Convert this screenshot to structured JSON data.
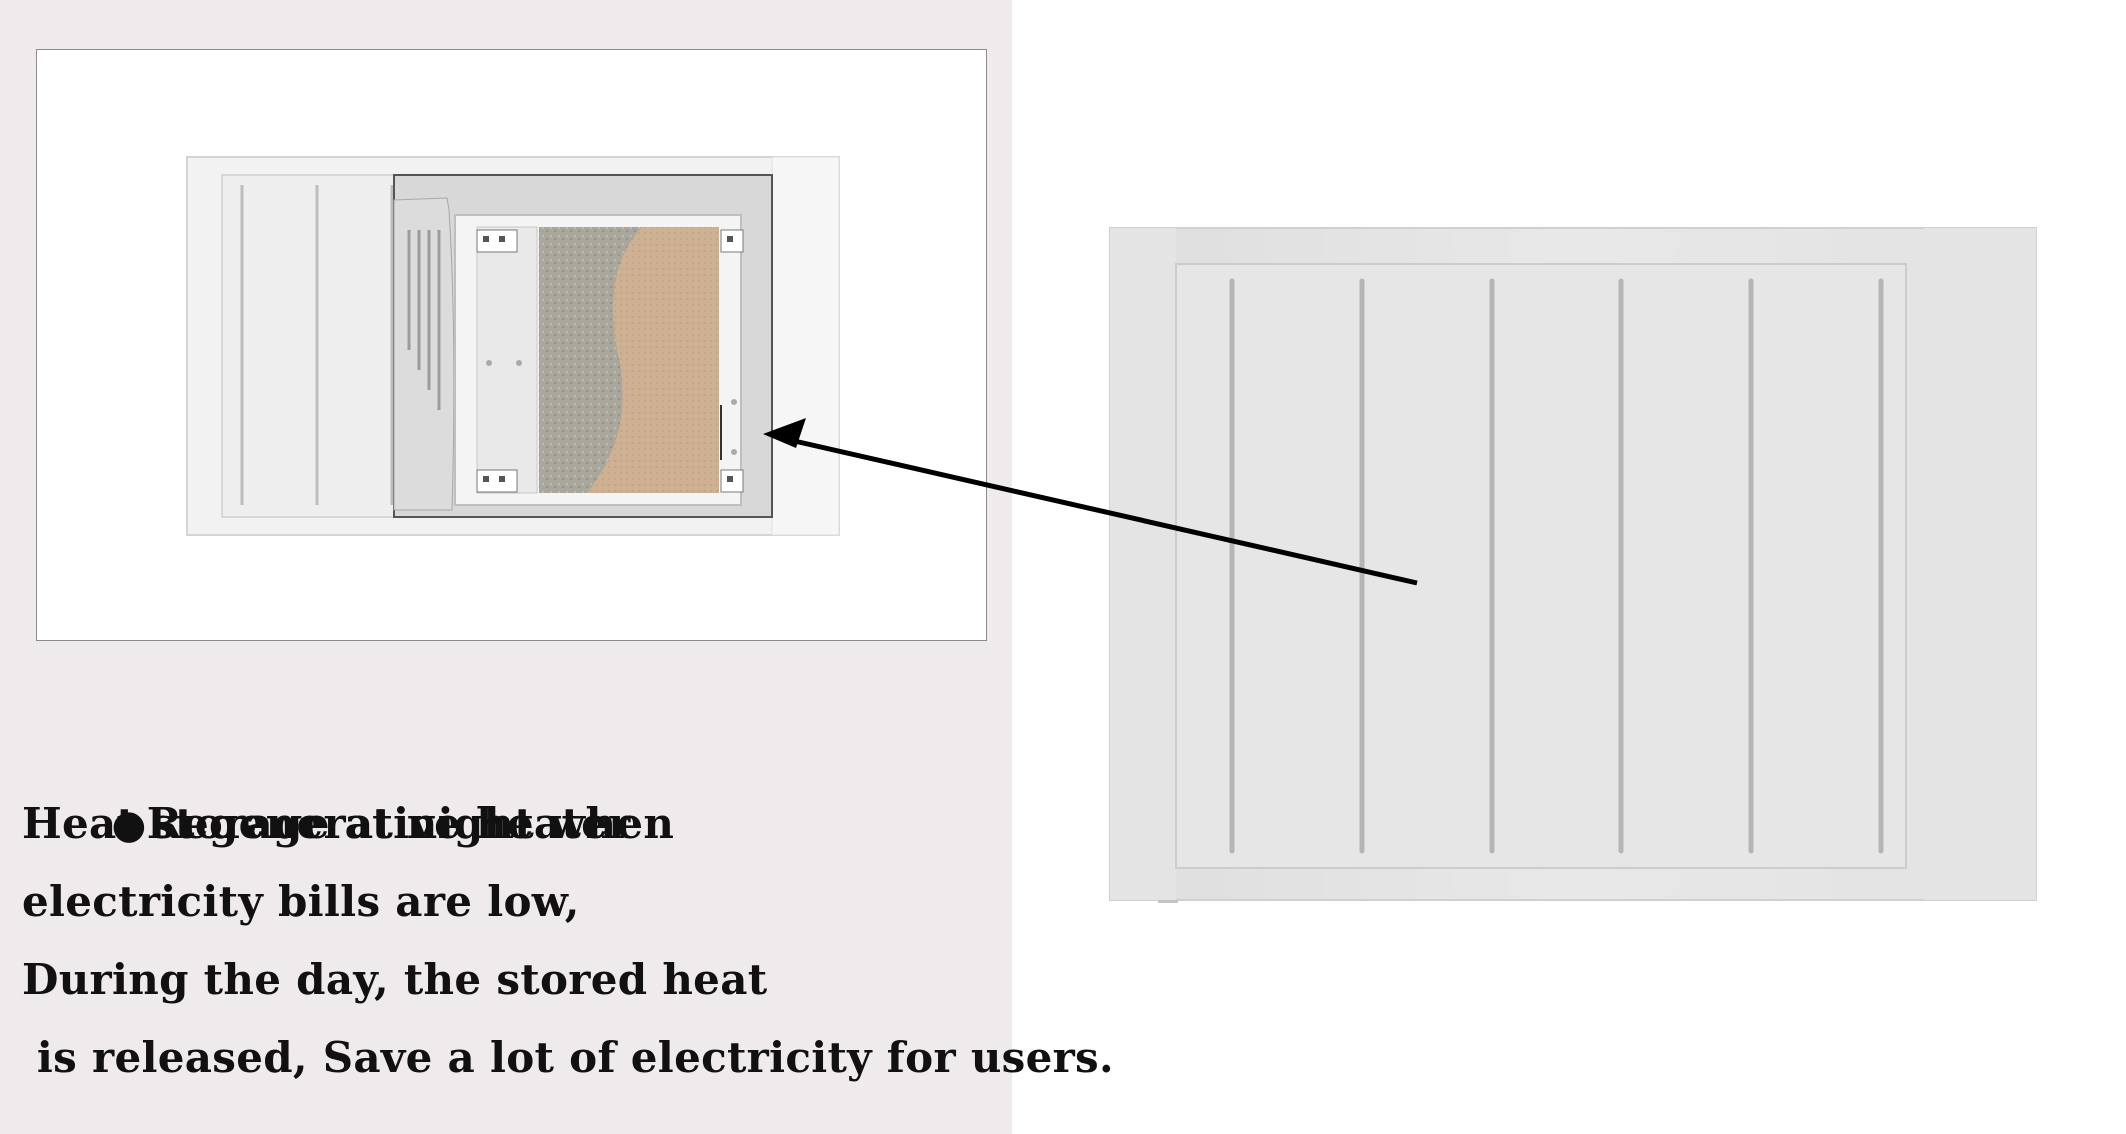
{
  "caption": {
    "bullet": "●",
    "title": "Regenerative heater",
    "lines": [
      "Heat storage at night when",
      "electricity bills are low,",
      "During the day, the stored heat",
      " is released, Save a lot of electricity for users."
    ]
  },
  "colors": {
    "left_panel_bg": "#efeaec",
    "heater_body": "#e6e6e6",
    "brick_tan": "#c9ad8c",
    "insulation_gray": "#a8a49a",
    "arrow": "#000000"
  },
  "icons": {
    "arrow": "arrow-pointer-icon",
    "bullet": "filled-circle-bullet"
  }
}
